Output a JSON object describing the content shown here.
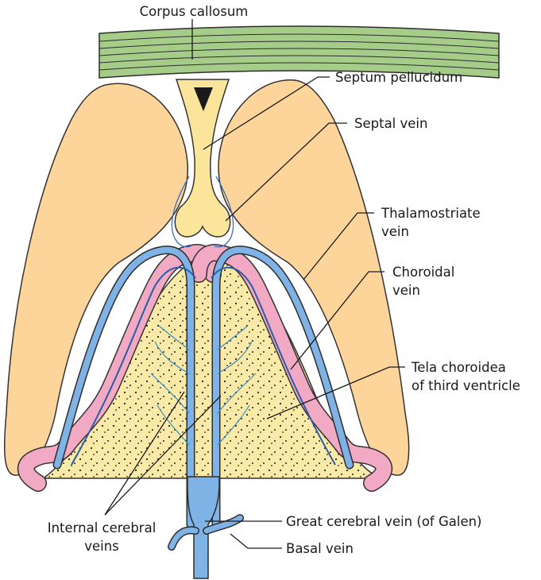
{
  "labels": {
    "corpus_callosum": "Corpus callosum",
    "septum_pellucidum": "Septum pellucidum",
    "septal_vein": "Septal vein",
    "thalamostriate_vein_1": "Thalamostriate",
    "thalamostriate_vein_2": "vein",
    "choroidal_vein_1": "Choroidal",
    "choroidal_vein_2": "vein",
    "tela_choroidea_1": "Tela choroidea",
    "tela_choroidea_2": "of third ventricle",
    "great_cerebral_vein": "Great cerebral vein (of Galen)",
    "basal_vein": "Basal vein",
    "internal_cerebral_veins_1": "Internal cerebral",
    "internal_cerebral_veins_2": "veins"
  },
  "colors": {
    "caudate": "#fdd49a",
    "septum": "#fbe59a",
    "tela": "#fbeaa7",
    "plexus": "#f2a9c4",
    "vein": "#7fb2e5",
    "callosum": "#a6cc8a"
  }
}
